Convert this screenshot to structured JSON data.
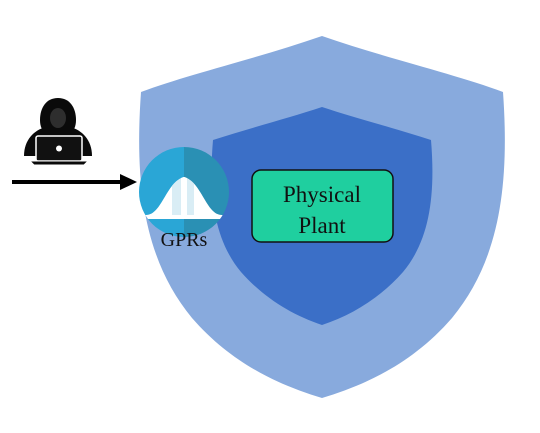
{
  "diagram": {
    "plant_label_line1": "Physical",
    "plant_label_line2": "Plant",
    "gpr_label": "GPRs",
    "colors": {
      "outer_shield": "#88aadd",
      "inner_shield": "#3b6fc7",
      "plant_box_fill": "#1fcf9f",
      "plant_box_stroke": "#111111",
      "gpr_circle_left": "#2aa6d6",
      "gpr_circle_right": "#2a90b4",
      "arrow": "#000000",
      "attacker": "#0a0a0a"
    },
    "icons": {
      "attacker": "hacker-icon",
      "gpr": "gaussian-distribution-icon",
      "flow": "arrow-right-icon"
    }
  }
}
